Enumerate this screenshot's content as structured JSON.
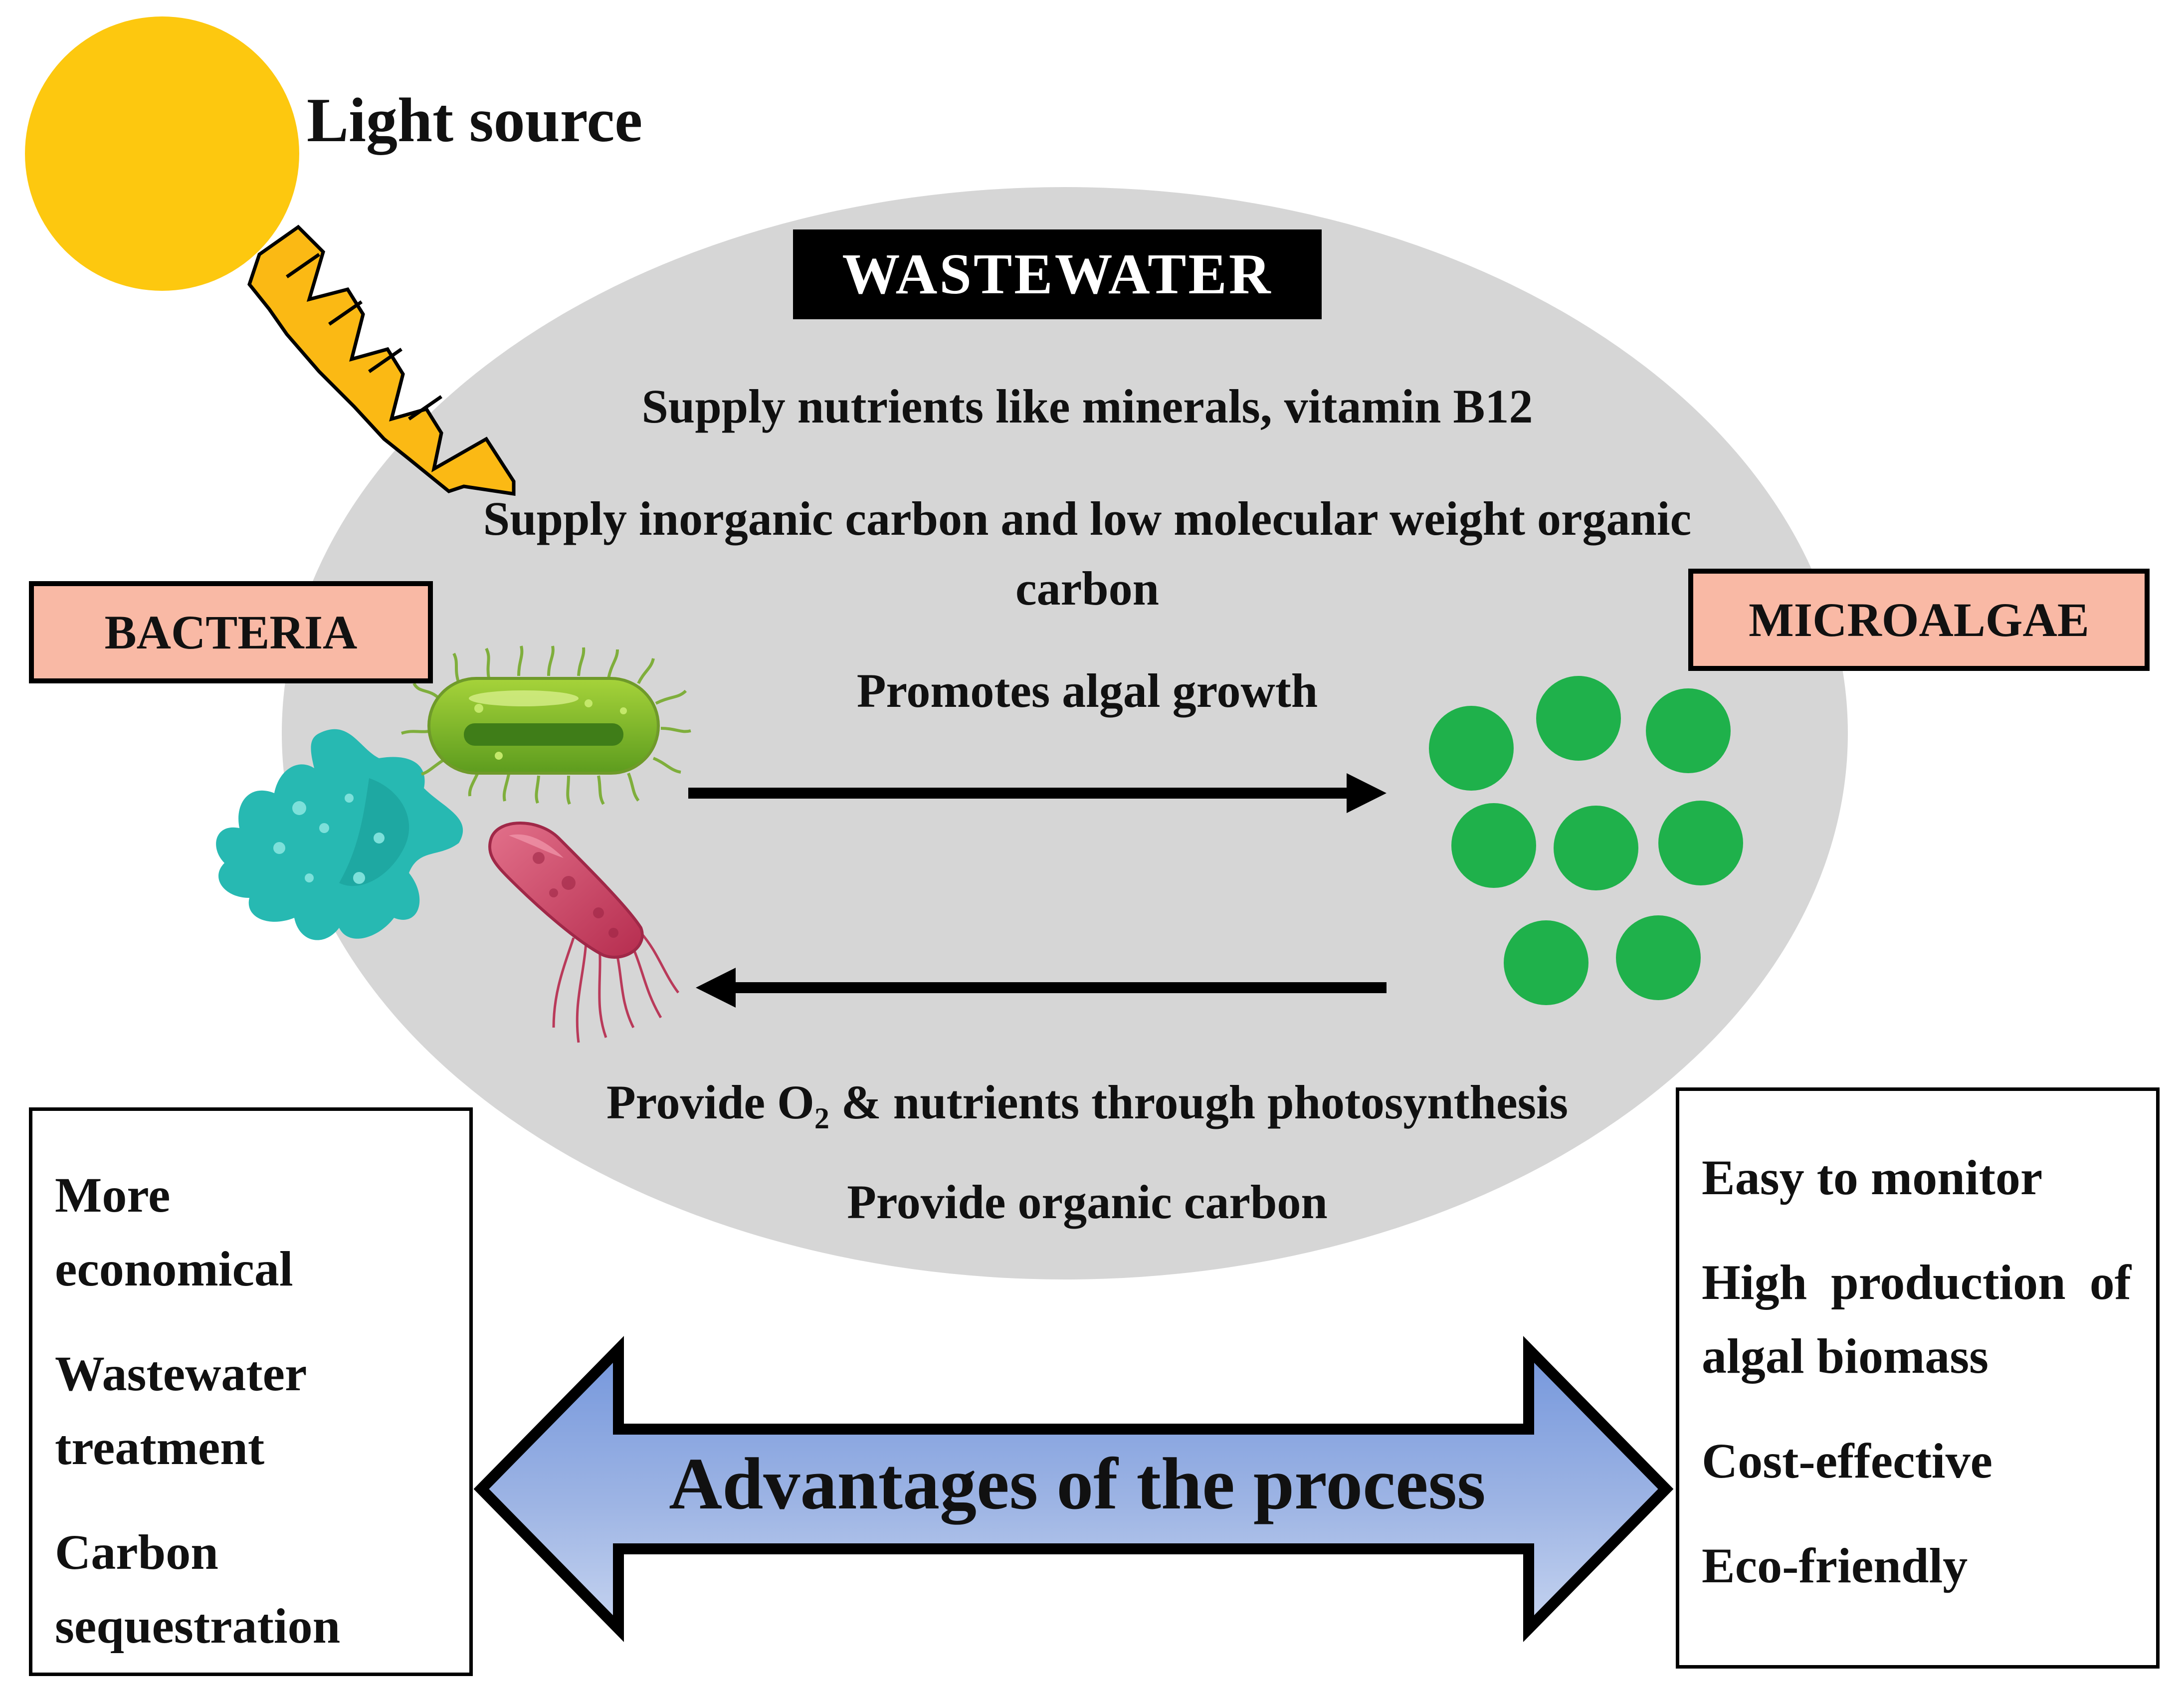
{
  "light_source": {
    "label": "Light source",
    "color": "#fdc80f",
    "arrow_color": "#fbb914"
  },
  "wastewater": {
    "title": "WASTEWATER",
    "ellipse_color": "#d6d6d6",
    "bacteria_to_algae": [
      "Supply nutrients like minerals, vitamin B12",
      "Supply inorganic carbon and low molecular weight organic carbon",
      "Promotes algal growth"
    ],
    "algae_to_bacteria_prefix": "Provide O",
    "algae_to_bacteria_subscript": "2",
    "algae_to_bacteria_suffix": " & nutrients through photosynthesis",
    "algae_to_bacteria_2": "Provide organic carbon"
  },
  "bacteria": {
    "label": "BACTERIA",
    "tag_color": "#f9b9a5"
  },
  "microalgae": {
    "label": "MICROALGAE",
    "tag_color": "#f9b9a5",
    "cell_color": "#1fb14b"
  },
  "advantages": {
    "title": "Advantages of the process",
    "arrow_color": "#9db4e4",
    "left": [
      "More economical",
      "Wastewater treatment",
      "Carbon sequestration"
    ],
    "right": [
      "Easy to monitor",
      "High production of algal biomass",
      "Cost-effective",
      "Eco-friendly"
    ]
  }
}
